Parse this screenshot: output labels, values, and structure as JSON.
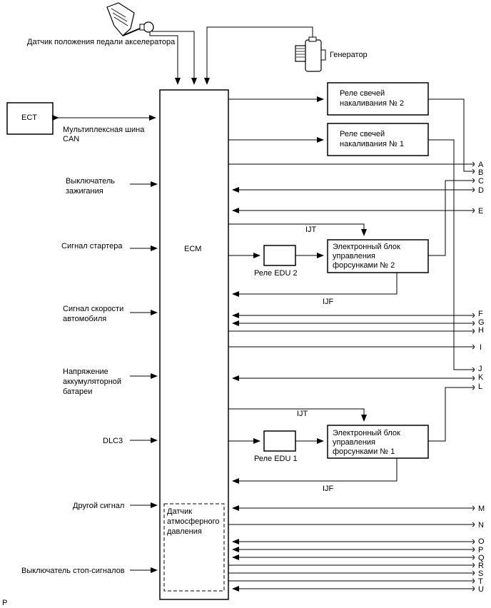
{
  "sensors": {
    "pedal_label": "Датчик положения педали акселератора",
    "generator_label": "Генератор"
  },
  "ecm": {
    "label": "ECM",
    "atmo_line1": "Датчик",
    "atmo_line2": "атмосферного",
    "atmo_line3": "давления"
  },
  "ect": {
    "label": "ECT",
    "bus_line1": "Мультиплексная шина",
    "bus_line2": "CAN"
  },
  "inputs": {
    "ignition_line1": "Выключатель",
    "ignition_line2": "зажигания",
    "starter": "Сигнал стартера",
    "speed_line1": "Сигнал скорости",
    "speed_line2": "автомобиля",
    "battery_line1": "Напряжение",
    "battery_line2": "аккумуляторной",
    "battery_line3": "батареи",
    "dlc3": "DLC3",
    "other": "Другой сигнал",
    "stop": "Выключатель стоп-сигналов"
  },
  "relays": {
    "glow2_line1": "Реле свечей",
    "glow2_line2": "накаливания № 2",
    "glow1_line1": "Реле свечей",
    "glow1_line2": "накаливания № 1",
    "edu2": "Реле EDU 2",
    "edu1": "Реле EDU 1"
  },
  "injector_units": {
    "unit2_line1": "Электронный блок",
    "unit2_line2": "управления",
    "unit2_line3": "форсунками № 2",
    "unit1_line1": "Электронный блок",
    "unit1_line2": "управления",
    "unit1_line3": "форсунками № 1"
  },
  "signals": {
    "ijt": "IJT",
    "ijf": "IJF"
  },
  "pins": [
    "A",
    "B",
    "C",
    "D",
    "E",
    "F",
    "G",
    "H",
    "I",
    "J",
    "K",
    "L",
    "M",
    "N",
    "O",
    "P",
    "Q",
    "R",
    "S",
    "T",
    "U"
  ],
  "corner_mark": "P"
}
